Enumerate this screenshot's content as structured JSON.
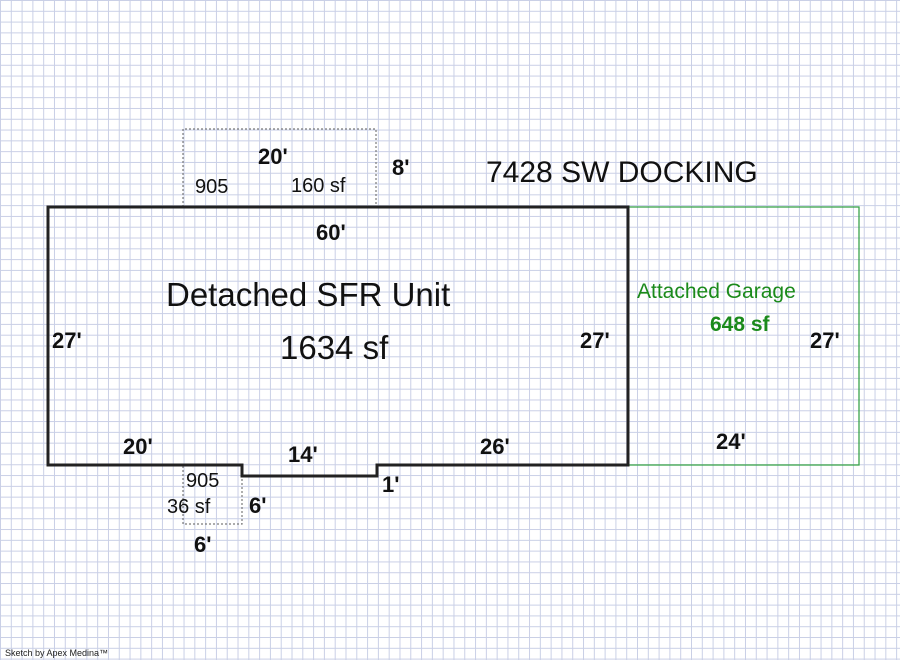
{
  "title": "7428 SW DOCKING",
  "main_unit": {
    "name": "Detached SFR Unit",
    "area": "1634 sf"
  },
  "garage": {
    "name": "Attached Garage",
    "area": "648 sf"
  },
  "top_addon": {
    "code": "905",
    "area": "160 sf"
  },
  "bottom_addon": {
    "code": "905",
    "area": "36 sf"
  },
  "dimensions": {
    "top_addon_width": "20'",
    "top_addon_depth": "8'",
    "main_top": "60'",
    "main_left": "27'",
    "main_right": "27'",
    "bottom_left": "20'",
    "bottom_notch": "14'",
    "bottom_right": "26'",
    "notch_step": "1'",
    "bottom_addon_depth": "6'",
    "bottom_addon_width": "6'",
    "garage_right": "27'",
    "garage_bottom": "24'"
  },
  "credit": "Sketch by Apex Medina™"
}
